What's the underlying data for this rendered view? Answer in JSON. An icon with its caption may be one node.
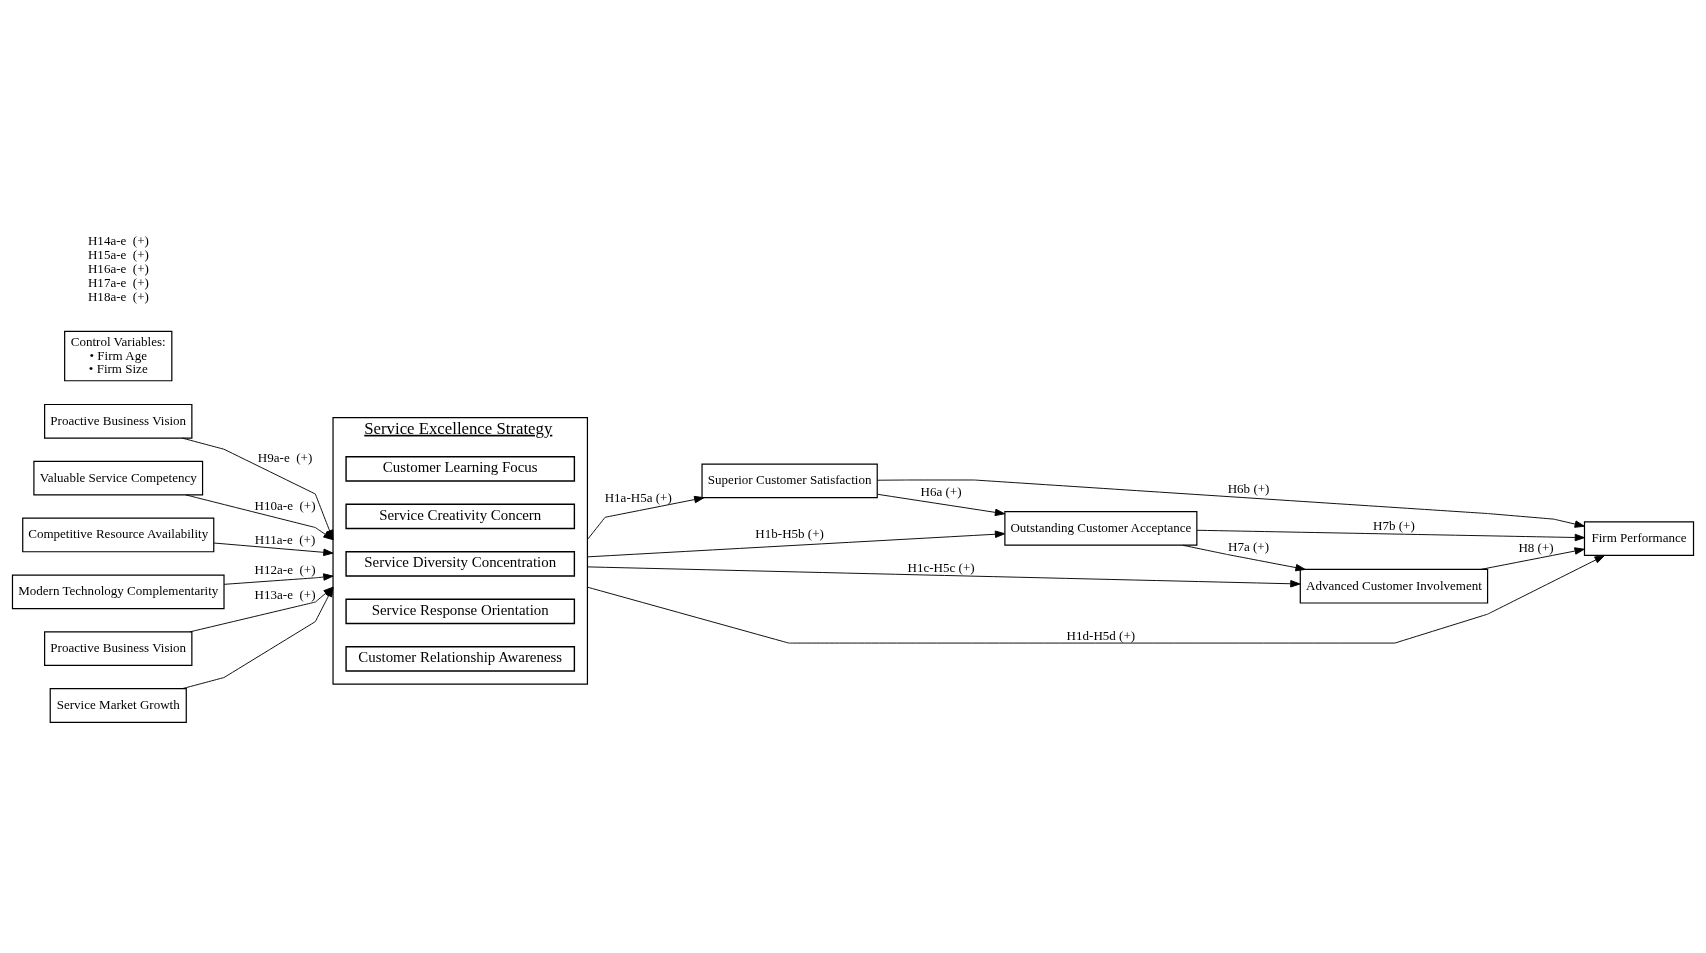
{
  "diagram": {
    "nodes": [
      {
        "text": [
          "Proactive Business Vision"
        ]
      },
      {
        "text": [
          "Valuable Service Competency"
        ]
      },
      {
        "text": [
          "Competitive Resource Availability"
        ]
      },
      {
        "text": [
          "Modern Technology Complementarity"
        ]
      },
      {
        "text": [
          "Proactive Business Vision"
        ]
      },
      {
        "text": [
          "Service Market Growth"
        ]
      },
      {
        "text": [
          "Service Excellence Strategy"
        ]
      },
      {
        "text": [
          "Customer Learning Focus"
        ],
        "in": 6
      },
      {
        "text": [
          "Service Creativity Concern"
        ],
        "in": 6
      },
      {
        "text": [
          "Service Diversity Concentration"
        ],
        "in": 6
      },
      {
        "text": [
          "Service Response Orientation"
        ],
        "in": 6
      },
      {
        "text": [
          "Customer Relationship Awareness"
        ],
        "in": 6
      },
      {
        "text": [
          "Superior Customer Satisfaction"
        ]
      },
      {
        "text": [
          "Outstanding Customer Acceptance"
        ]
      },
      {
        "text": [
          "Advanced Customer Involvement"
        ]
      },
      {
        "text": [
          "Firm Performance"
        ]
      },
      {
        "text": [
          "Control Variables:",
          "• Firm Age",
          "• Firm Size"
        ]
      }
    ],
    "edges": [
      {
        "from": 0,
        "to": 6,
        "arrow": "to",
        "label": "H9a-e  (+)"
      },
      {
        "from": 1,
        "to": 6,
        "arrow": "to",
        "label": "H10a-e  (+)"
      },
      {
        "from": 2,
        "to": 6,
        "arrow": "to",
        "label": "H11a-e  (+)"
      },
      {
        "from": 3,
        "to": 6,
        "arrow": "to",
        "label": "H12a-e  (+)"
      },
      {
        "from": 4,
        "to": 6,
        "arrow": "to",
        "label": "H13a-e  (+)"
      },
      {
        "from": 5,
        "to": 6,
        "arrow": "to"
      },
      {
        "from": 6,
        "to": 12,
        "arrow": "to",
        "label": "H1a-H5a (+)"
      },
      {
        "from": 6,
        "to": 13,
        "arrow": "to",
        "label": "H1b-H5b (+)"
      },
      {
        "from": 6,
        "to": 14,
        "arrow": "to",
        "label": "H1c-H5c (+)"
      },
      {
        "from": 12,
        "to": 13,
        "arrow": "to",
        "label": "H6a (+)"
      },
      {
        "from": 13,
        "to": 14,
        "arrow": "to",
        "label": "H7a (+)"
      },
      {
        "from": 12,
        "to": 15,
        "arrow": "to",
        "label": "H6b (+)"
      },
      {
        "from": 13,
        "to": 15,
        "arrow": "to",
        "label": "H7b (+)"
      },
      {
        "from": 14,
        "to": 15,
        "arrow": "to",
        "label": "H8 (+)"
      },
      {
        "from": 6,
        "to": 15,
        "arrow": "to",
        "label": "H1d-H5d (+)"
      }
    ],
    "labels": [
      "H14a-e  (+)",
      "H15a-e  (+)",
      "H16a-e  (+)",
      "H17a-e  (+)",
      "H18a-e  (+)"
    ]
  }
}
